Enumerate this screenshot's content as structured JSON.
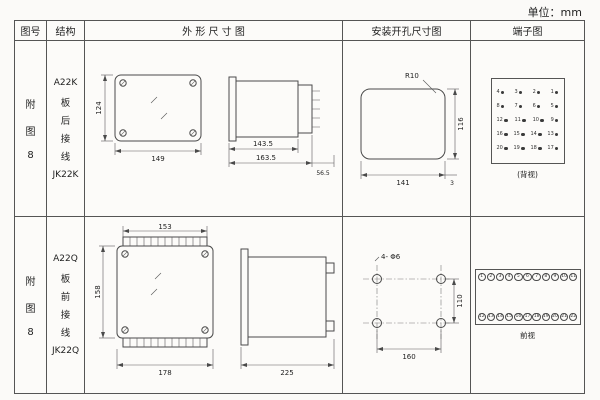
{
  "unit_label": "单位：mm",
  "headers": {
    "fig_no": "图号",
    "structure": "结构",
    "outline": "外 形 尺 寸 图",
    "mounting": "安装开孔尺寸图",
    "terminal": "端子图"
  },
  "rows": [
    {
      "fig_no": [
        "附",
        "图",
        "8"
      ],
      "structure": {
        "model": "A22K",
        "chars": [
          "板",
          "后",
          "接",
          "线"
        ],
        "type": "JK22K"
      },
      "outline": {
        "height": "124",
        "width": "149",
        "depth1": "143.5",
        "depth2": "163.5",
        "terminal_depth": "56.5"
      },
      "mounting": {
        "radius": "R10",
        "width": "141",
        "height": "116",
        "edge": "3"
      },
      "terminal": {
        "view_label": "(背视)",
        "grid": [
          [
            "4",
            "3",
            "2",
            "1"
          ],
          [
            "8",
            "7",
            "6",
            "5"
          ],
          [
            "12",
            "11",
            "10",
            "9"
          ],
          [
            "16",
            "15",
            "14",
            "13"
          ],
          [
            "20",
            "19",
            "18",
            "17"
          ]
        ]
      }
    },
    {
      "fig_no": [
        "附",
        "图",
        "8"
      ],
      "structure": {
        "model": "A22Q",
        "chars": [
          "板",
          "前",
          "接",
          "线"
        ],
        "type": "JK22Q"
      },
      "outline": {
        "terminal_width": "153",
        "height": "158",
        "width": "178",
        "depth": "225"
      },
      "mounting": {
        "holes": "4- Φ6",
        "vertical": "110",
        "horizontal": "160"
      },
      "terminal": {
        "view_label": "前视",
        "top_row": [
          "1",
          "2",
          "3",
          "4",
          "5",
          "6",
          "7",
          "8",
          "9",
          "10",
          "11"
        ],
        "bottom_row": [
          "12",
          "13",
          "14",
          "15",
          "16",
          "17",
          "18",
          "19",
          "20",
          "21",
          "22"
        ]
      }
    }
  ]
}
